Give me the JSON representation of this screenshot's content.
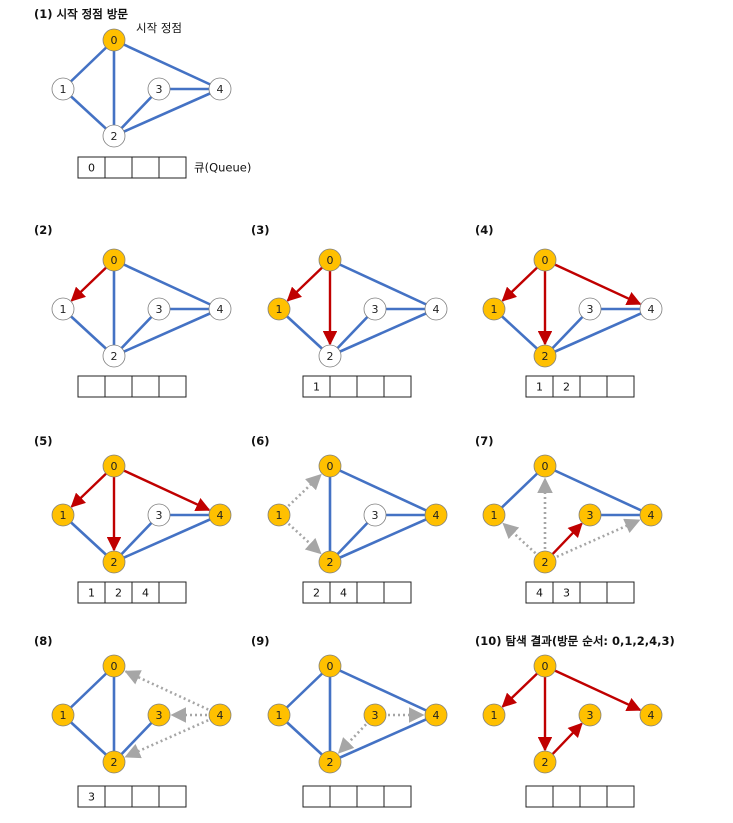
{
  "colors": {
    "edge": "#4472c4",
    "tree_edge": "#c00000",
    "check_edge": "#a6a6a6",
    "visited": "#ffc000",
    "unvisited": "#ffffff",
    "node_stroke": "#808080"
  },
  "nodes": [
    "0",
    "1",
    "2",
    "3",
    "4"
  ],
  "edges": [
    [
      "0",
      "1"
    ],
    [
      "0",
      "2"
    ],
    [
      "0",
      "4"
    ],
    [
      "1",
      "2"
    ],
    [
      "2",
      "3"
    ],
    [
      "2",
      "4"
    ],
    [
      "3",
      "4"
    ]
  ],
  "start_label": "시작 정점",
  "queue_label": "큐(Queue)",
  "panels": [
    {
      "title": "(1) 시작 정점 방문",
      "visited": [
        "0"
      ],
      "red": [],
      "dotted": [],
      "queue": [
        "0"
      ],
      "start_note": true
    },
    {
      "title": "(2)",
      "visited": [
        "0"
      ],
      "red": [
        [
          "0",
          "1"
        ]
      ],
      "dotted": [],
      "queue": []
    },
    {
      "title": "(3)",
      "visited": [
        "0",
        "1"
      ],
      "red": [
        [
          "0",
          "1"
        ],
        [
          "0",
          "2"
        ]
      ],
      "dotted": [],
      "queue": [
        "1"
      ]
    },
    {
      "title": "(4)",
      "visited": [
        "0",
        "1",
        "2"
      ],
      "red": [
        [
          "0",
          "1"
        ],
        [
          "0",
          "2"
        ],
        [
          "0",
          "4"
        ]
      ],
      "dotted": [],
      "queue": [
        "1",
        "2"
      ]
    },
    {
      "title": "(5)",
      "visited": [
        "0",
        "1",
        "2",
        "4"
      ],
      "red": [
        [
          "0",
          "1"
        ],
        [
          "0",
          "2"
        ],
        [
          "0",
          "4"
        ]
      ],
      "dotted": [],
      "queue": [
        "1",
        "2",
        "4"
      ]
    },
    {
      "title": "(6)",
      "visited": [
        "0",
        "1",
        "2",
        "4"
      ],
      "red": [],
      "dotted": [
        [
          "1",
          "0"
        ],
        [
          "1",
          "2"
        ]
      ],
      "queue": [
        "2",
        "4"
      ]
    },
    {
      "title": "(7)",
      "visited": [
        "0",
        "1",
        "2",
        "3",
        "4"
      ],
      "red": [
        [
          "2",
          "3"
        ]
      ],
      "dotted": [
        [
          "2",
          "0"
        ],
        [
          "2",
          "1"
        ],
        [
          "2",
          "4"
        ]
      ],
      "queue": [
        "4",
        "3"
      ]
    },
    {
      "title": "(8)",
      "visited": [
        "0",
        "1",
        "2",
        "3",
        "4"
      ],
      "red": [],
      "dotted": [
        [
          "4",
          "0"
        ],
        [
          "4",
          "3"
        ],
        [
          "4",
          "2"
        ]
      ],
      "queue": [
        "3"
      ]
    },
    {
      "title": "(9)",
      "visited": [
        "0",
        "1",
        "2",
        "3",
        "4"
      ],
      "red": [],
      "dotted": [
        [
          "3",
          "4"
        ],
        [
          "3",
          "2"
        ]
      ],
      "queue": []
    },
    {
      "title": "(10) 탐색 결과(방문 순서: 0,1,2,4,3)",
      "visited": [
        "0",
        "1",
        "2",
        "3",
        "4"
      ],
      "red": [
        [
          "0",
          "1"
        ],
        [
          "0",
          "2"
        ],
        [
          "0",
          "4"
        ],
        [
          "2",
          "3"
        ]
      ],
      "dotted": [],
      "queue": [],
      "result": true
    }
  ]
}
